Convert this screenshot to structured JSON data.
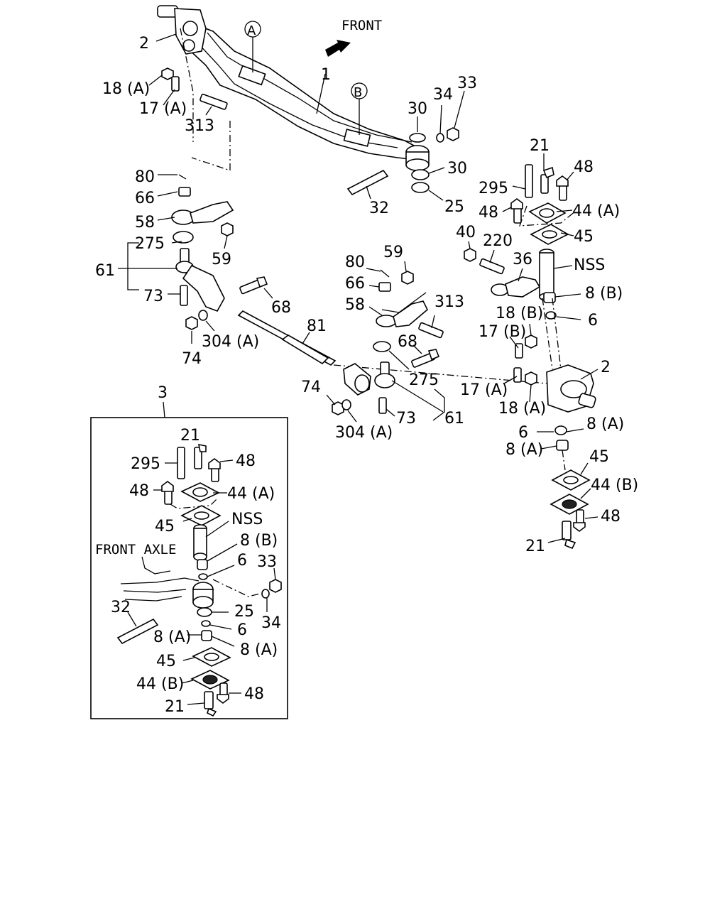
{
  "header": {
    "front_label": "FRONT",
    "arrow_icon": "front-direction-arrow-icon"
  },
  "markers": {
    "a": "A",
    "b": "B"
  },
  "main_labels": {
    "l1": "1",
    "l2_left": "2",
    "l2_right": "2",
    "l18a_top": "18 (A)",
    "l17a_top": "17 (A)",
    "l313_left": "313",
    "l80_left": "80",
    "l66_left": "66",
    "l58_left": "58",
    "l59_left": "59",
    "l275_left": "275",
    "l61_left": "61",
    "l73_left": "73",
    "l68_left": "68",
    "l74_left": "74",
    "l304a_left": "304 (A)",
    "l81": "81",
    "l30_top": "30",
    "l34": "34",
    "l33": "33",
    "l30_bottom": "30",
    "l25": "25",
    "l32": "32",
    "l21_top": "21",
    "l48_top": "48",
    "l295": "295",
    "l48_mid": "48",
    "l44a": "44 (A)",
    "l40": "40",
    "l220": "220",
    "l45": "45",
    "l36": "36",
    "lnss": "NSS",
    "l8b": "8 (B)",
    "l6": "6",
    "l18b": "18 (B)",
    "l17b": "17 (B)",
    "l80_mid": "80",
    "l59_mid": "59",
    "l66_mid": "66",
    "l58_mid": "58",
    "l313_mid": "313",
    "l68_mid": "68",
    "l275_mid": "275",
    "l74_mid": "74",
    "l304a_mid": "304 (A)",
    "l73_mid": "73",
    "l61_mid": "61",
    "l17a_right": "17 (A)",
    "l18a_right": "18 (A)",
    "l6_lower": "6",
    "l8a_1": "8 (A)",
    "l8a_2": "8 (A)",
    "l45_lower": "45",
    "l44b": "44 (B)",
    "l48_lower": "48",
    "l21_lower": "21"
  },
  "inset": {
    "number": "3",
    "front_axle": "FRONT  AXLE",
    "l21": "21",
    "l295": "295",
    "l48_top": "48",
    "l48_left": "48",
    "l44a": "44 (A)",
    "l45": "45",
    "lnss": "NSS",
    "l8b": "8 (B)",
    "l6_top": "6",
    "l33": "33",
    "l32": "32",
    "l25": "25",
    "l34": "34",
    "l6_mid": "6",
    "l8a_left": "8 (A)",
    "l8a_right": "8 (A)",
    "l45_lower": "45",
    "l44b": "44 (B)",
    "l21_lower": "21",
    "l48_lower": "48"
  }
}
